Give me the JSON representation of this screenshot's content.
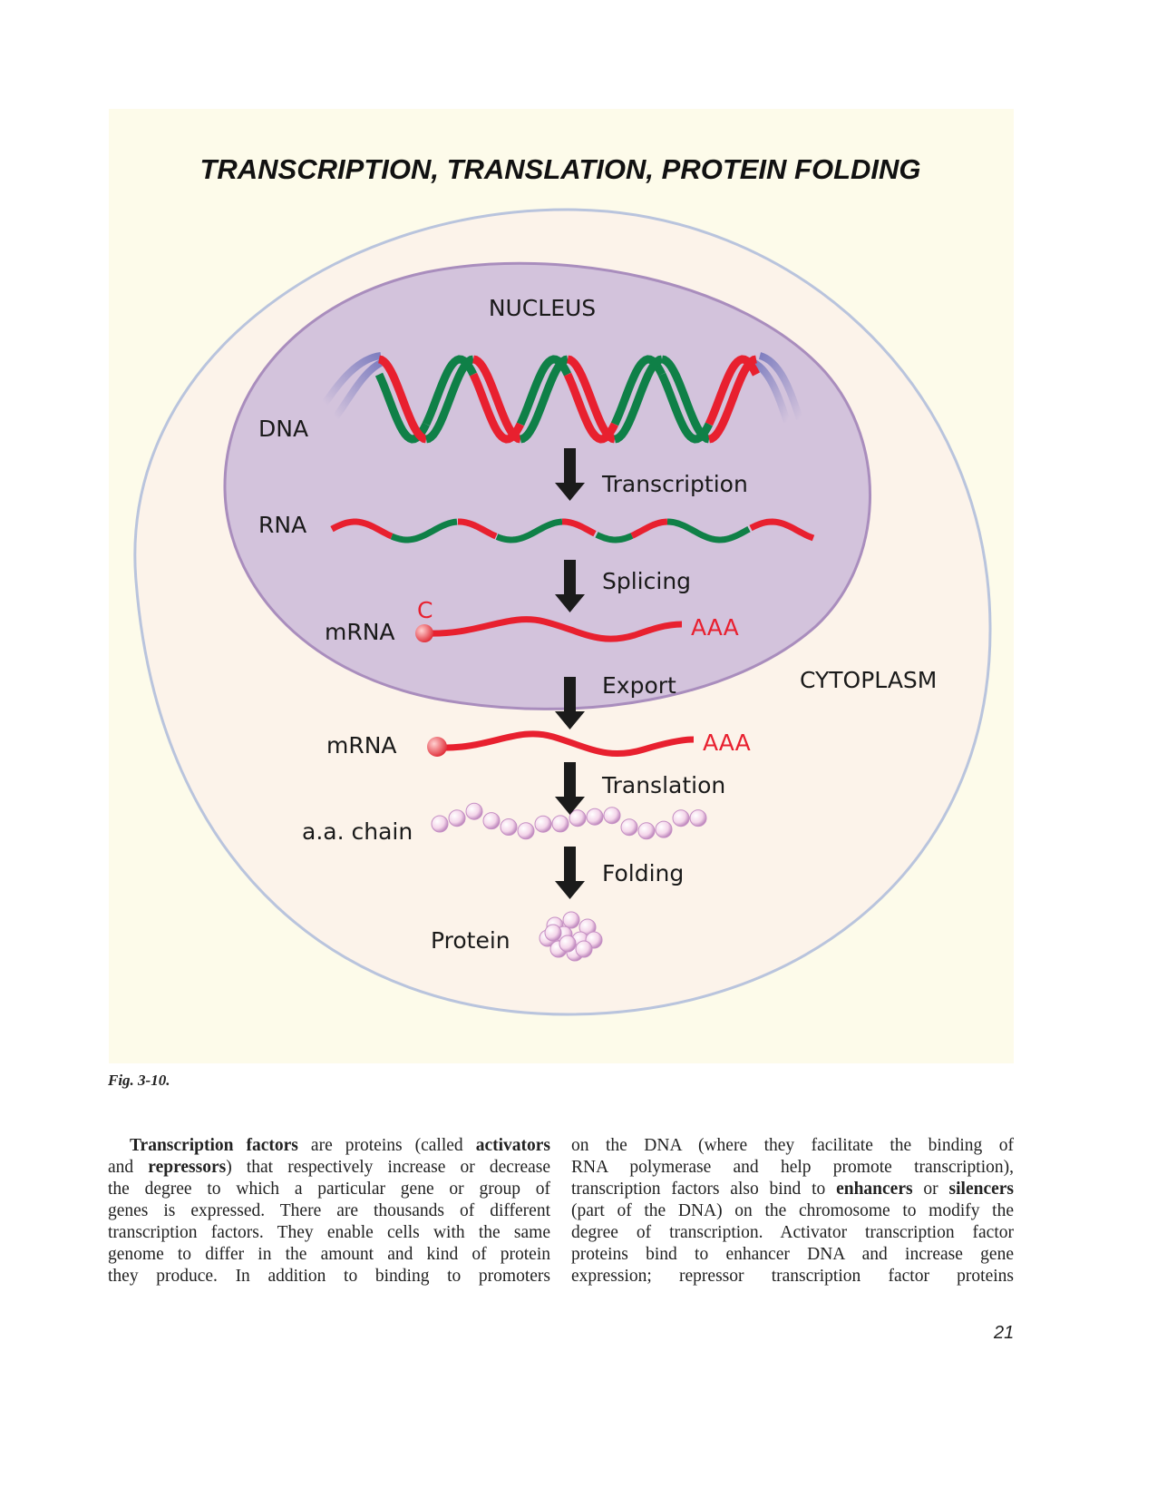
{
  "figure": {
    "title": "TRANSCRIPTION, TRANSLATION, PROTEIN FOLDING",
    "labels": {
      "nucleus": "NUCLEUS",
      "cytoplasm": "CYTOPLASM",
      "dna": "DNA",
      "rna": "RNA",
      "mrna_nuclear": "mRNA",
      "mrna_cyto": "mRNA",
      "cap": "C",
      "polya_nuclear": "AAA",
      "polya_cyto": "AAA",
      "aa_chain": "a.a. chain",
      "protein": "Protein"
    },
    "steps": [
      "Transcription",
      "Splicing",
      "Export",
      "Translation",
      "Folding"
    ],
    "colors": {
      "red": "#e8202f",
      "green": "#0f8047",
      "nucleus_fill": "#d3c3dc",
      "nucleus_stroke": "#a98dbd",
      "cell_fill": "#fcf3ea",
      "cell_stroke": "#b9c4dd",
      "panel": "#fdfbea"
    }
  },
  "caption": "Fig. 3-10.",
  "body": {
    "left_lines": [
      [
        {
          "t": "Transcription factors",
          "b": true
        },
        {
          "t": " are proteins (called "
        },
        {
          "t": "activators",
          "b": true
        }
      ],
      [
        {
          "t": "and "
        },
        {
          "t": "repressors",
          "b": true
        },
        {
          "t": ") that respectively increase or decrease"
        }
      ],
      [
        {
          "t": "the degree to which a particular gene or group of"
        }
      ],
      [
        {
          "t": "genes is expressed. There are thousands of different"
        }
      ],
      [
        {
          "t": "transcription factors. They enable cells with the same"
        }
      ],
      [
        {
          "t": "genome to differ in the amount and kind of protein"
        }
      ],
      [
        {
          "t": "they produce. In addition to binding to promoters"
        }
      ]
    ],
    "right_lines": [
      [
        {
          "t": "on the DNA (where they facilitate the binding of"
        }
      ],
      [
        {
          "t": "RNA polymerase and help promote transcription),"
        }
      ],
      [
        {
          "t": "transcription factors also bind to "
        },
        {
          "t": "enhancers",
          "b": true
        },
        {
          "t": " or "
        },
        {
          "t": "silencers",
          "b": true
        }
      ],
      [
        {
          "t": "(part of the DNA) on the chromosome to modify the"
        }
      ],
      [
        {
          "t": "degree of transcription. Activator transcription factor"
        }
      ],
      [
        {
          "t": "proteins bind to enhancer DNA and increase gene"
        }
      ],
      [
        {
          "t": "expression; repressor transcription factor proteins"
        }
      ]
    ]
  },
  "page_number": "21"
}
